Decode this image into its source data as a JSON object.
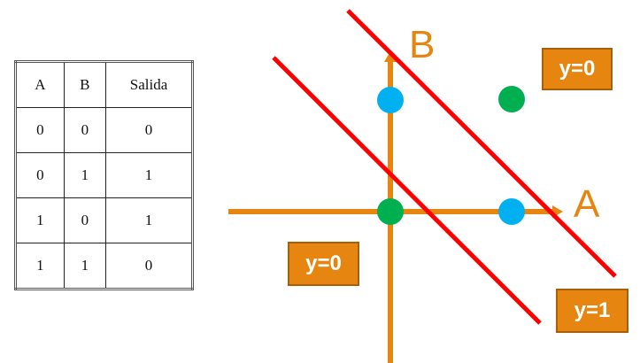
{
  "table": {
    "headers": [
      "A",
      "B",
      "Salida"
    ],
    "rows": [
      [
        "0",
        "0",
        "0"
      ],
      [
        "0",
        "1",
        "1"
      ],
      [
        "1",
        "0",
        "1"
      ],
      [
        "1",
        "1",
        "0"
      ]
    ]
  },
  "diagram": {
    "axis_x_label": "A",
    "axis_y_label": "B",
    "region_labels": [
      "y=0",
      "y=0",
      "y=1"
    ],
    "points": [
      {
        "A": 0,
        "B": 1,
        "class": "blue"
      },
      {
        "A": 1,
        "B": 1,
        "class": "green"
      },
      {
        "A": 0,
        "B": 0,
        "class": "green"
      },
      {
        "A": 1,
        "B": 0,
        "class": "blue"
      }
    ],
    "colors": {
      "axis": "#e6850f",
      "line": "#ff0000",
      "blue": "#00b0f0",
      "green": "#00b050"
    }
  }
}
